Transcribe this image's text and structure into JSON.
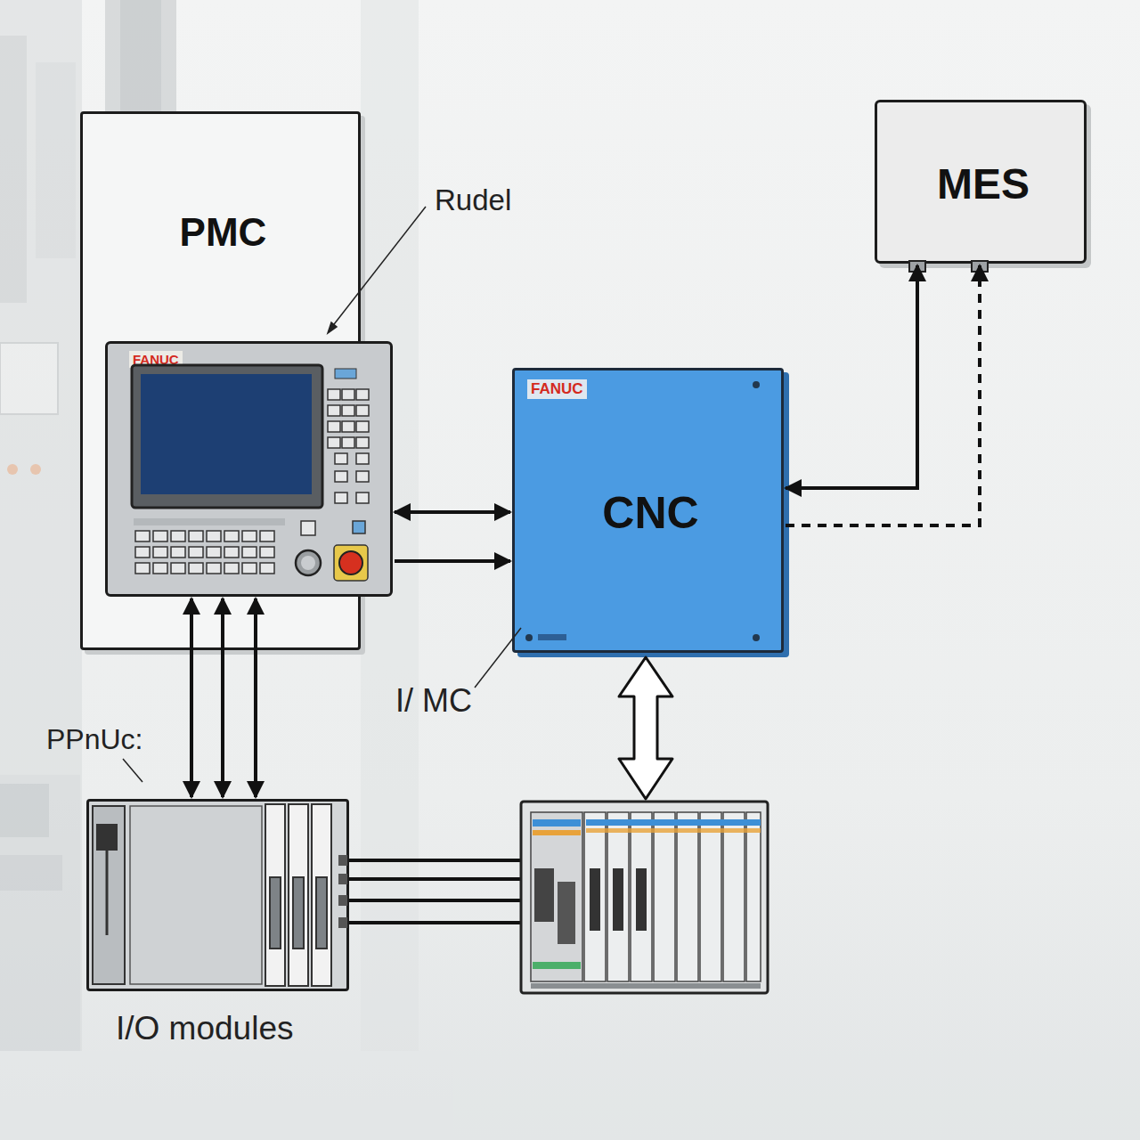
{
  "diagram": {
    "nodes": [
      {
        "text": [
          "PMC"
        ]
      },
      {
        "text": [
          "FANUC"
        ],
        "in": 0
      },
      {
        "text": [
          "FANUC",
          "CNC"
        ]
      },
      {
        "text": [
          "MES"
        ]
      },
      {
        "text": [
          "I/O modules"
        ]
      }
    ],
    "edges": [
      {
        "from": 1,
        "to": 2,
        "arrow": "both"
      },
      {
        "from": 1,
        "to": 2,
        "arrow": "to"
      },
      {
        "from": 2,
        "to": 3,
        "arrow": "both"
      },
      {
        "from": 2,
        "to": 3,
        "arrow": "to"
      },
      {
        "from": 1,
        "to": 4,
        "arrow": "both"
      },
      {
        "from": 1,
        "to": 4,
        "arrow": "both"
      },
      {
        "from": 1,
        "to": 4,
        "arrow": "both"
      }
    ],
    "labels": [
      "Rudel",
      "I/ MC",
      "PPnUc:"
    ]
  }
}
